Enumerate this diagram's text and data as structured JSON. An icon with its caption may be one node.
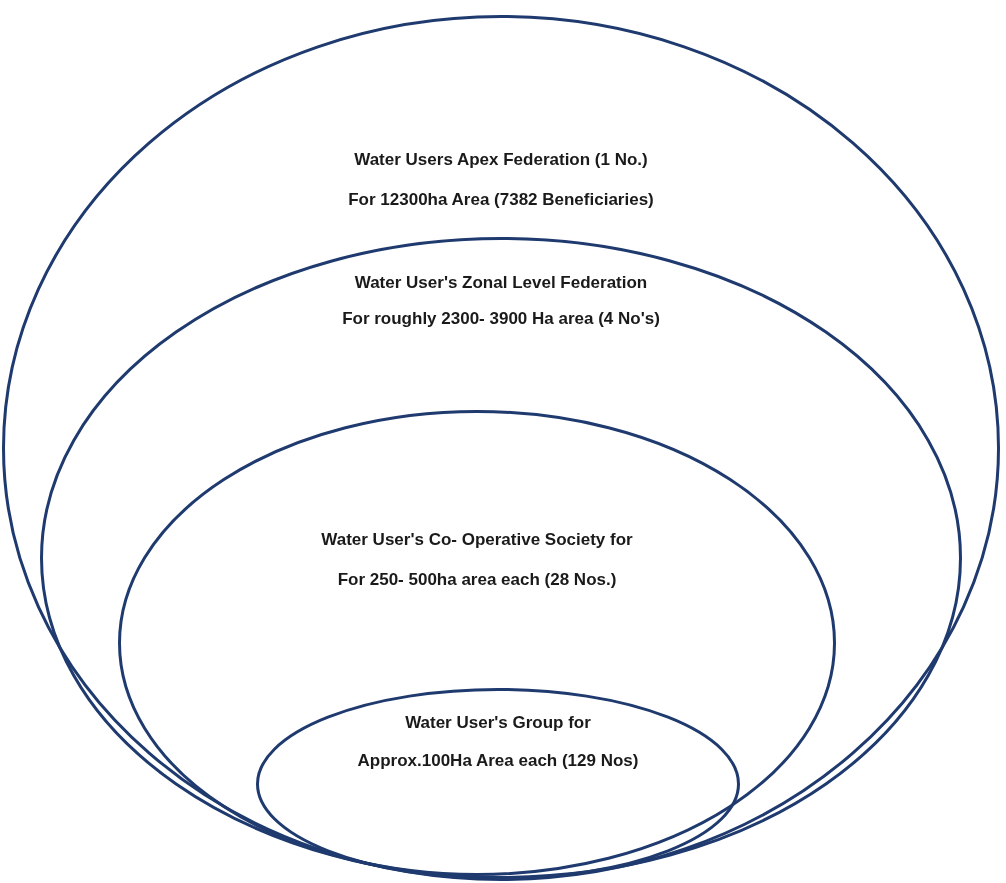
{
  "diagram": {
    "nodes": [
      {
        "text": [
          "Water Users Apex Federation (1 No.)",
          "For 12300ha Area (7382 Beneficiaries)"
        ]
      },
      {
        "text": [
          "Water User's Zonal Level Federation",
          "For roughly 2300- 3900 Ha area (4 No's)"
        ],
        "in": 0
      },
      {
        "text": [
          "Water User's Co- Operative Society for",
          "For 250- 500ha area each (28 Nos.)"
        ],
        "in": 1
      },
      {
        "text": [
          "Water User's Group for",
          "Approx.100Ha Area each (129 Nos)"
        ],
        "in": 2
      }
    ]
  }
}
